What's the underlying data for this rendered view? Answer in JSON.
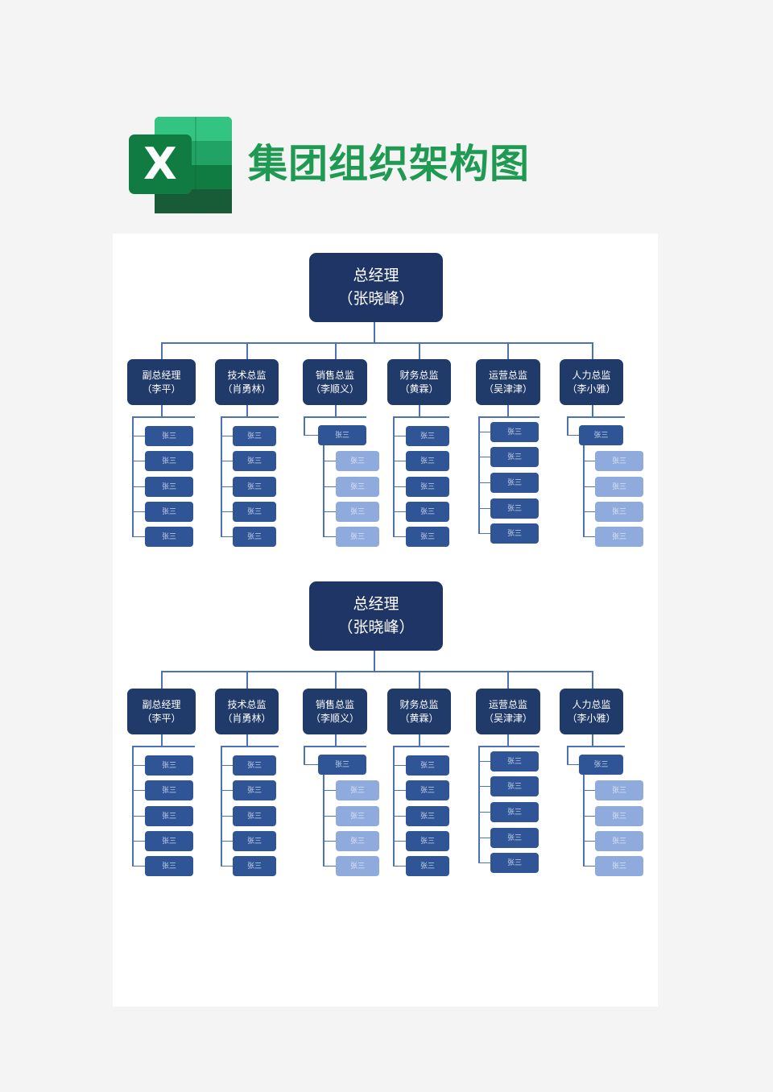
{
  "header": {
    "title": "集团组织架构图",
    "logo_letter": "X"
  },
  "colors": {
    "title_green": "#1f9a52",
    "top_node": "#1e3565",
    "director_node": "#203a6a",
    "member_dark": "#2f5597",
    "member_light": "#8faadc",
    "connector": "#4a72b5"
  },
  "charts": [
    {
      "top": {
        "title": "总经理",
        "name": "（张晓峰）"
      },
      "departments": [
        {
          "title": "副总经理",
          "name": "（李平）",
          "members": [
            "张三",
            "张三",
            "张三",
            "张三",
            "张三"
          ]
        },
        {
          "title": "技术总监",
          "name": "（肖勇林）",
          "members": [
            "张三",
            "张三",
            "张三",
            "张三",
            "张三"
          ]
        },
        {
          "title": "销售总监",
          "name": "（李顺义）",
          "members": [
            "张三",
            "张三",
            "张三",
            "张三",
            "张三"
          ]
        },
        {
          "title": "财务总监",
          "name": "（黄霖）",
          "members": [
            "张三",
            "张三",
            "张三",
            "张三",
            "张三"
          ]
        },
        {
          "title": "运营总监",
          "name": "（吴津津）",
          "members": [
            "张三",
            "张三",
            "张三",
            "张三",
            "张三"
          ]
        },
        {
          "title": "人力总监",
          "name": "（李小雅）",
          "members": [
            "张三",
            "张三",
            "张三",
            "张三",
            "张三"
          ]
        }
      ]
    },
    {
      "top": {
        "title": "总经理",
        "name": "（张晓峰）"
      },
      "departments": [
        {
          "title": "副总经理",
          "name": "（李平）",
          "members": [
            "张三",
            "张三",
            "张三",
            "张三",
            "张三"
          ]
        },
        {
          "title": "技术总监",
          "name": "（肖勇林）",
          "members": [
            "张三",
            "张三",
            "张三",
            "张三",
            "张三"
          ]
        },
        {
          "title": "销售总监",
          "name": "（李顺义）",
          "members": [
            "张三",
            "张三",
            "张三",
            "张三",
            "张三"
          ]
        },
        {
          "title": "财务总监",
          "name": "（黄霖）",
          "members": [
            "张三",
            "张三",
            "张三",
            "张三",
            "张三"
          ]
        },
        {
          "title": "运营总监",
          "name": "（吴津津）",
          "members": [
            "张三",
            "张三",
            "张三",
            "张三",
            "张三"
          ]
        },
        {
          "title": "人力总监",
          "name": "（李小雅）",
          "members": [
            "张三",
            "张三",
            "张三",
            "张三",
            "张三"
          ]
        }
      ]
    }
  ]
}
